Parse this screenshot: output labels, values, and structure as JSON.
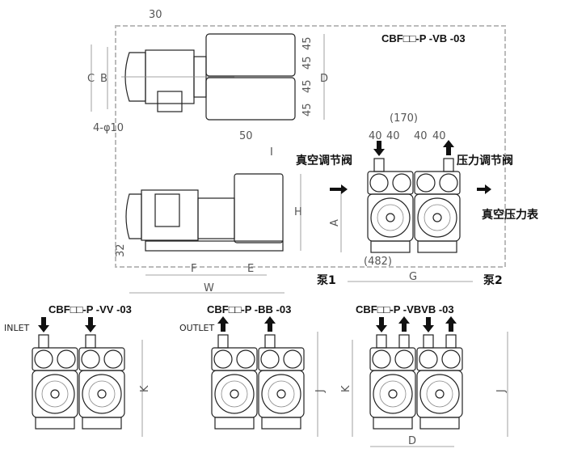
{
  "top_view": {
    "title": "CBF□□-P -VB -03",
    "dim_30": "30",
    "dim_c": "C",
    "dim_b": "B",
    "dim_d": "D",
    "dim_45": [
      "45",
      "45",
      "45",
      "45"
    ],
    "holes": "4-φ10"
  },
  "side_view": {
    "dim_50": "50",
    "dim_i": "I",
    "dim_h": "H",
    "dim_32": "32",
    "dim_f": "F",
    "dim_e": "E",
    "dim_w": "W"
  },
  "front_view": {
    "dim_170": "(170)",
    "dim_40": [
      "40",
      "40",
      "40",
      "40"
    ],
    "vacuum_valve": "真空调节阀",
    "pressure_valve": "压力调节阀",
    "gauge": "真空压力表",
    "pump1": "泵1",
    "pump2": "泵2",
    "dim_a": "A",
    "dim_482": "(482)",
    "dim_g": "G"
  },
  "variant_vv": {
    "title": "CBF□□-P -VV -03",
    "port": "INLET",
    "dim_k": "K"
  },
  "variant_bb": {
    "title": "CBF□□-P -BB -03",
    "port": "OUTLET",
    "dim_j": "J"
  },
  "variant_vbvb": {
    "title": "CBF□□-P -VBVB -03",
    "dim_k": "K",
    "dim_j": "J",
    "dim_d": "D"
  }
}
